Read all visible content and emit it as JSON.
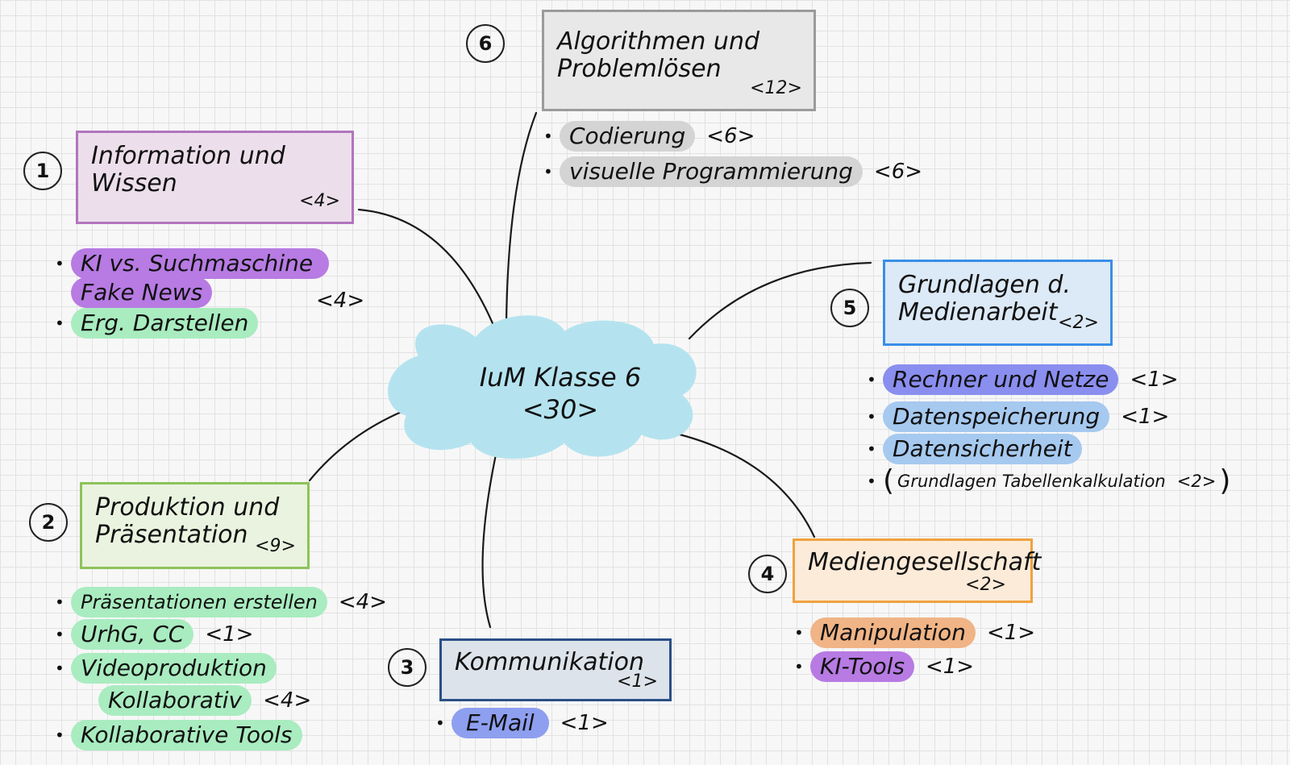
{
  "center": {
    "title": "IuM Klasse 6",
    "hours": "<30>"
  },
  "colors": {
    "cloud": "#b4e3ef",
    "purple_box": "#b275bd",
    "purple_fill": "#ecdfeb",
    "purple_hl": "#b77be3",
    "green_box": "#8cc35a",
    "green_fill": "#eaf3df",
    "green_hl": "#a9ecc0",
    "gray_box": "#9b9b9b",
    "gray_fill": "#e8e8e8",
    "gray_hl": "#d4d4d4",
    "blue_box": "#3a8ee7",
    "blue_fill": "#dce9f6",
    "blue_hl": "#a6c9ef",
    "violet_hl": "#8a8eef",
    "navy_box": "#2a4f86",
    "navy_fill": "#dde3ea",
    "email_hl": "#8e9ff0",
    "orange_box": "#f0a23f",
    "orange_fill": "#fbebd8",
    "orange_hl": "#f0b486"
  },
  "topics": [
    {
      "number": "1",
      "title": "Information und Wissen",
      "hours": "<4>",
      "items": [
        "KI vs. Suchmaschine",
        "Fake News",
        "Erg. Darstellen"
      ],
      "group_hours": "<4>"
    },
    {
      "number": "2",
      "title": "Produktion und Präsentation",
      "hours": "<9>",
      "items": [
        {
          "label": "Präsentationen erstellen",
          "hours": "<4>"
        },
        {
          "label": "UrhG, CC",
          "hours": "<1>"
        },
        {
          "label": "Videoproduktion",
          "hours": ""
        },
        {
          "label": "Kollaborativ",
          "hours": "<4>"
        },
        {
          "label": "Kollaborative Tools",
          "hours": ""
        }
      ]
    },
    {
      "number": "3",
      "title": "Kommunikation",
      "hours": "<1>",
      "items": [
        {
          "label": "E-Mail",
          "hours": "<1>"
        }
      ]
    },
    {
      "number": "4",
      "title": "Mediengesellschaft",
      "hours": "<2>",
      "items": [
        {
          "label": "Manipulation",
          "hours": "<1>"
        },
        {
          "label": "KI-Tools",
          "hours": "<1>"
        }
      ]
    },
    {
      "number": "5",
      "title": "Grundlagen d. Medienarbeit",
      "hours": "<2>",
      "items": [
        {
          "label": "Rechner und Netze",
          "hours": "<1>"
        },
        {
          "label": "Datenspeicherung",
          "hours": "<1>"
        },
        {
          "label": "Datensicherheit",
          "hours": ""
        },
        {
          "label": "Grundlagen Tabellenkalkulation",
          "hours": "<2>"
        }
      ]
    },
    {
      "number": "6",
      "title": "Algorithmen und Problemlösen",
      "hours": "<12>",
      "items": [
        {
          "label": "Codierung",
          "hours": "<6>"
        },
        {
          "label": "visuelle Programmierung",
          "hours": "<6>"
        }
      ]
    }
  ]
}
